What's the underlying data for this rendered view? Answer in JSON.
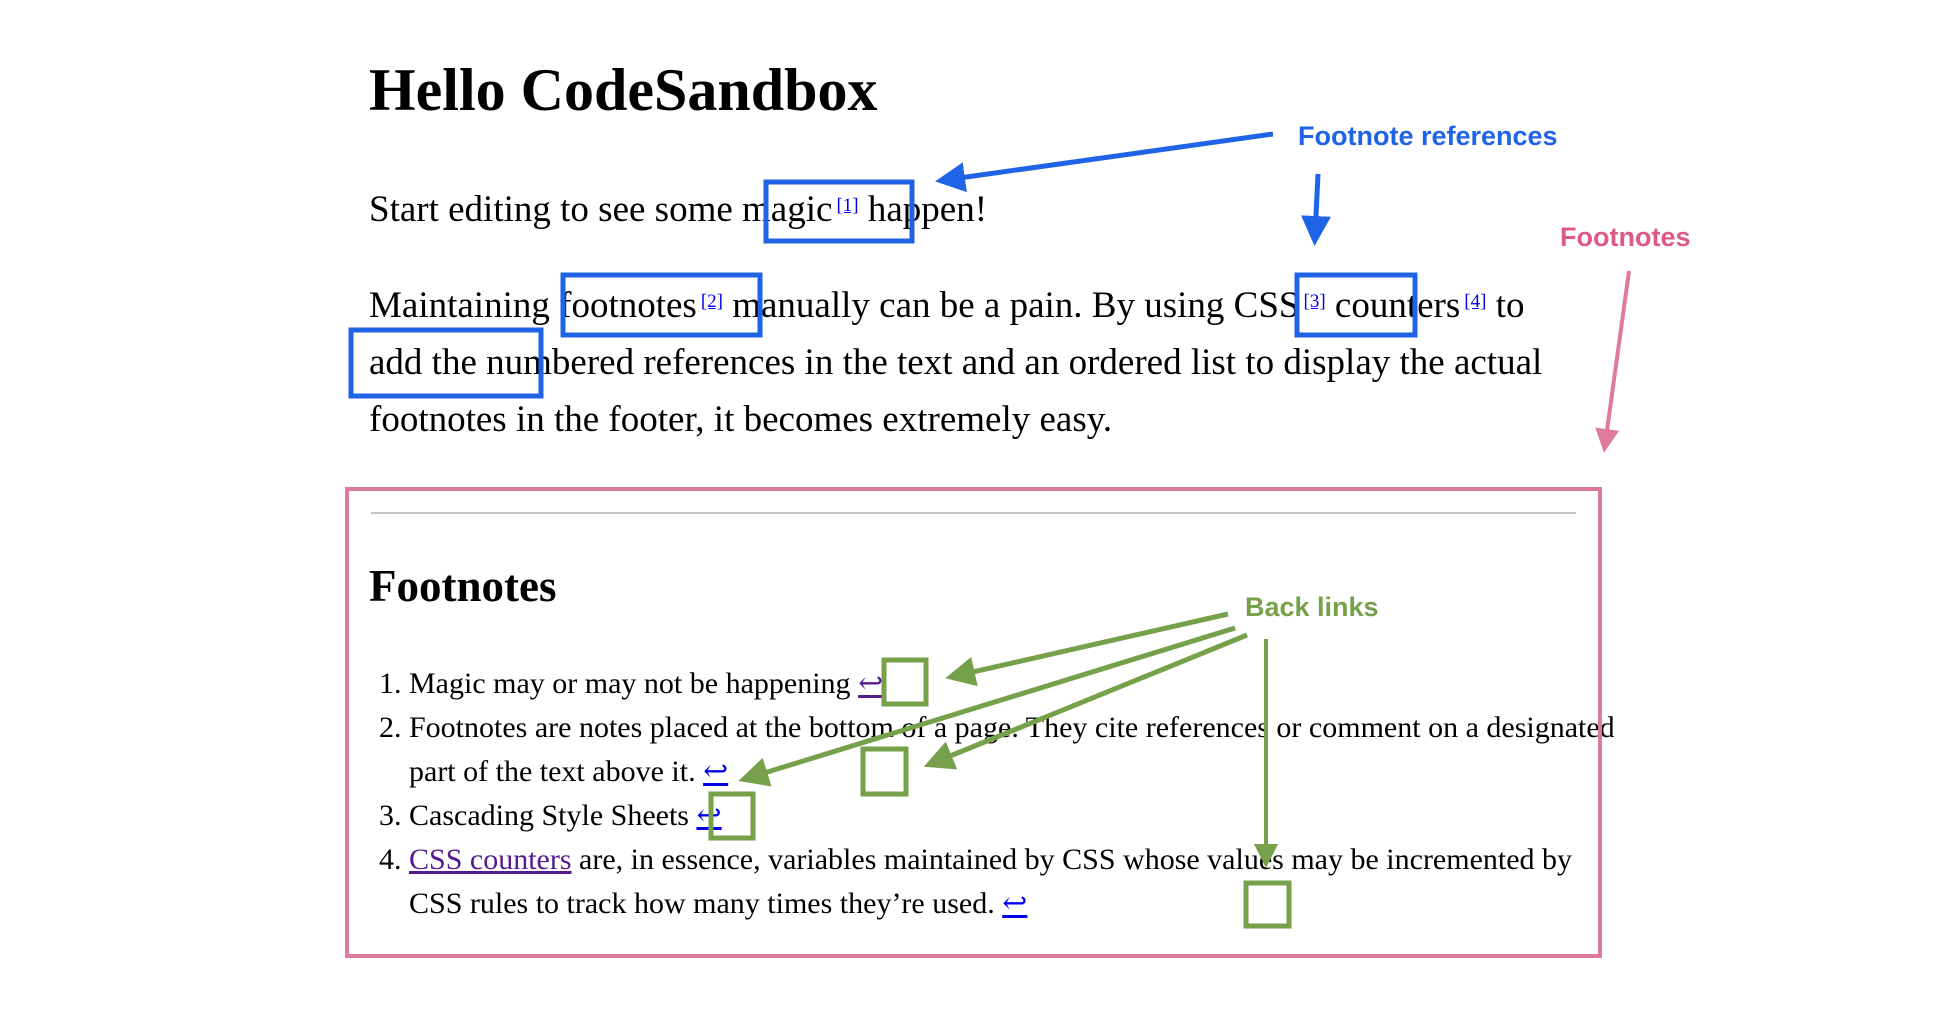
{
  "title": "Hello CodeSandbox",
  "paragraph1": {
    "before": "Start editing to see some ",
    "ref_word": "magic",
    "ref_num": "[1]",
    "after": " happen!"
  },
  "paragraph2": {
    "t1": "Maintaining ",
    "ref2_word": "footnotes",
    "ref2_num": "[2]",
    "t2": " manually can be a pain. By using ",
    "ref3_word": "CSS",
    "ref3_num": "[3]",
    "t3": " ",
    "ref4_word": "counters",
    "ref4_num": "[4]",
    "t4": " to add the numbered references in the text and an ordered list to display the actual footnotes in the footer, it becomes extremely easy."
  },
  "footnotes": {
    "heading": "Footnotes",
    "items": [
      {
        "text": "Magic may or may not be happening",
        "back": "↩"
      },
      {
        "text": "Footnotes are notes placed at the bottom of a page. They cite references or comment on a designated part of the text above it.",
        "back": "↩"
      },
      {
        "text": "Cascading Style Sheets",
        "back": "↩"
      },
      {
        "link": "CSS counters",
        "text": " are, in essence, variables maintained by CSS whose values may be incremented by CSS rules to track how many times they’re used.",
        "back": "↩"
      }
    ]
  },
  "annotations": {
    "footnote_references": "Footnote references",
    "footnotes": "Footnotes",
    "back_links": "Back links"
  },
  "colors": {
    "references": "#1f63e6",
    "footnotes": "#de5a86",
    "back_links": "#76a04a",
    "link": "#0000ee",
    "visited": "#551a8b"
  }
}
